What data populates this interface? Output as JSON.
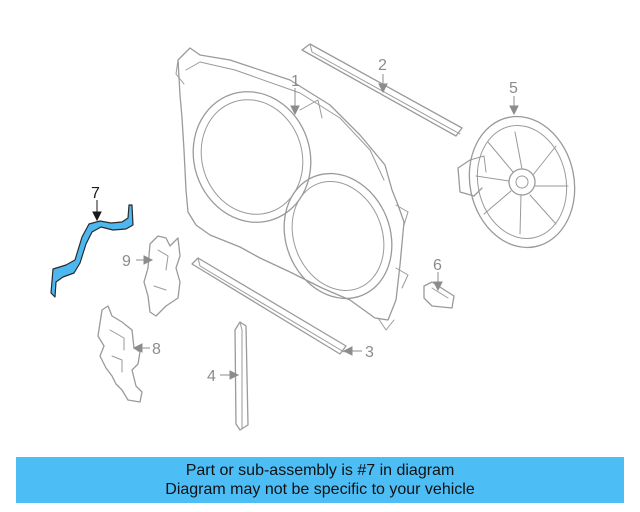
{
  "callouts": {
    "c1": "1",
    "c2": "2",
    "c3": "3",
    "c4": "4",
    "c5": "5",
    "c6": "6",
    "c7": "7",
    "c8": "8",
    "c9": "9"
  },
  "highlighted_part": "7",
  "colors": {
    "highlight_fill": "#4db8f0",
    "part_stroke": "#9a9a9a",
    "banner_bg": "#4dbef5"
  },
  "banner": {
    "line1": "Part or sub-assembly is #7 in diagram",
    "line2": "Diagram may not be specific to your vehicle"
  }
}
